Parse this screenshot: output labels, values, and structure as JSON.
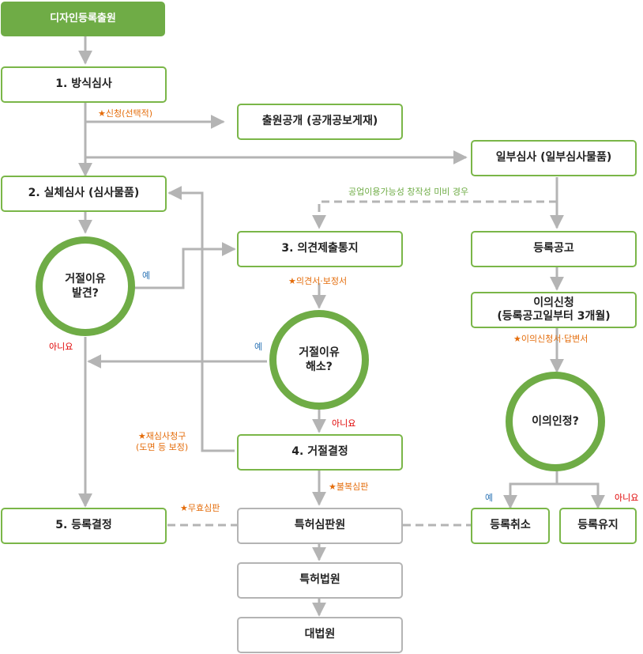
{
  "nodes": {
    "start": "디자인등록출원",
    "formal_exam": "1. 방식심사",
    "publication": "출원공개 (공개공보게재)",
    "partial_exam": "일부심사 (일부심사물품)",
    "substantive_exam": "2. 실체심사 (심사물품)",
    "opinion_notice": "3. 의견제출통지",
    "reg_notice": "등록공고",
    "opposition": "이의신청\n(등록공고일부터 3개월)",
    "rejection": "4. 거절결정",
    "reg_decision": "5. 등록결정",
    "tribunal": "특허심판원",
    "revocation": "등록취소",
    "maintenance": "등록유지",
    "patent_court": "특허법원",
    "supreme_court": "대법원"
  },
  "decisions": {
    "reason_found": "거절이유\n발견?",
    "reason_resolved": "거절이유\n해소?",
    "opposition_accepted": "이의인정?"
  },
  "labels": {
    "request_optional": "신청(선택적)",
    "industrial_applicability": "공업이용가능성 창작성 미비 경우",
    "yes_1": "예",
    "no_1": "아니요",
    "opinion_amend": "의견서·보정서",
    "yes_2": "예",
    "no_2": "아니요",
    "reexam": "재심사청구\n(도면 등 보정)",
    "appeal": "불복심판",
    "invalidation": "무효심판",
    "opposition_docs": "이의신청서·답변서",
    "yes_3": "예",
    "no_3": "아니요"
  },
  "star_glyph": "★",
  "colors": {
    "green": "#7ab648",
    "green_dark": "#6fac46",
    "gray": "#b4b4b4",
    "orange": "#e46c0a",
    "blue": "#2e75b6",
    "red": "#e00000"
  }
}
